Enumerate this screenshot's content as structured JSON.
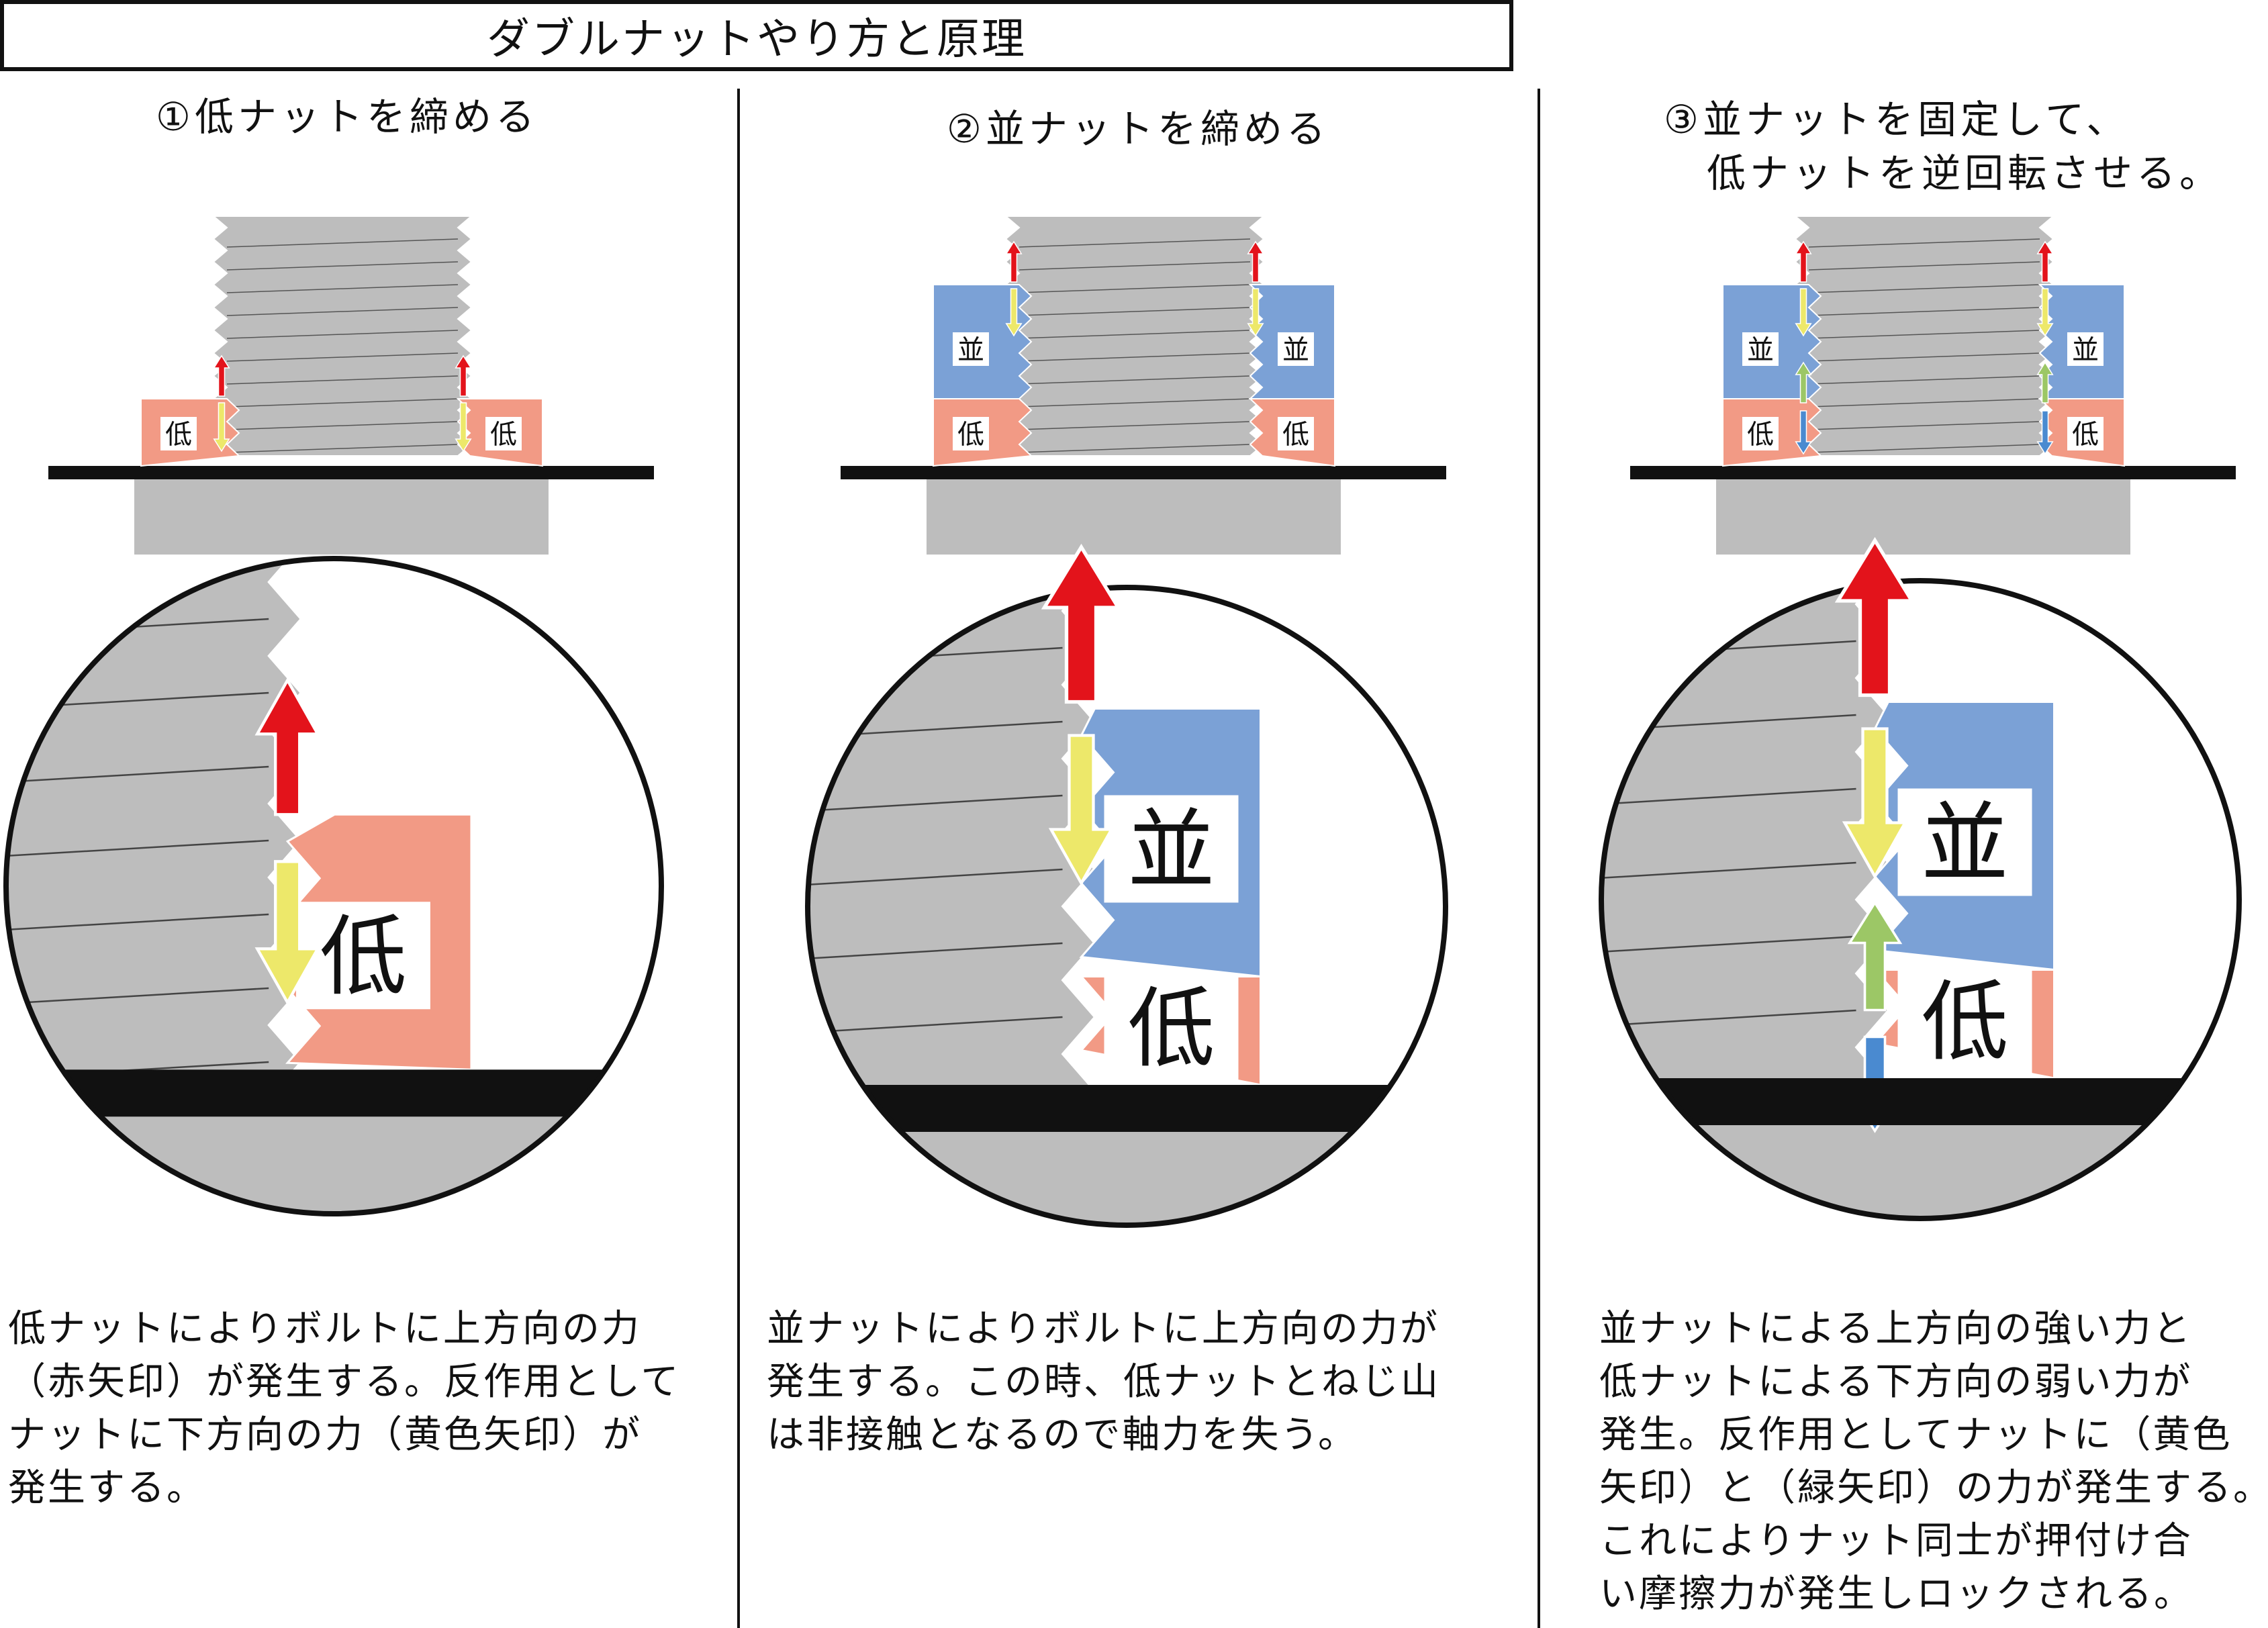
{
  "title": "ダブルナットやり方と原理",
  "nut_labels": {
    "low": "低",
    "regular": "並"
  },
  "colors": {
    "low_nut": "#F29A85",
    "regular_nut": "#7BA1D6",
    "bolt": "#BDBDBD",
    "red_arrow": "#E3131B",
    "yellow_arrow": "#EDE86A",
    "green_arrow": "#9CC766",
    "blue_arrow": "#4A8AD0"
  },
  "steps": [
    {
      "title_lines": [
        "①低ナットを締める"
      ],
      "description_lines": [
        "低ナットによりボルトに上方向の力",
        "（赤矢印）が発生する。反作用として",
        "ナットに下方向の力（黄色矢印）が",
        "発生する。"
      ]
    },
    {
      "title_lines": [
        "②並ナットを締める"
      ],
      "description_lines": [
        "並ナットによりボルトに上方向の力が",
        "発生する。この時、低ナットとねじ山",
        "は非接触となるので軸力を失う。"
      ]
    },
    {
      "title_lines": [
        "③並ナットを固定して、",
        "　低ナットを逆回転させる。"
      ],
      "description_lines": [
        "並ナットによる上方向の強い力と",
        "低ナットによる下方向の弱い力が",
        "発生。反作用としてナットに（黄色",
        "矢印）と（緑矢印）の力が発生する。",
        "これによりナット同士が押付け合",
        "い摩擦力が発生しロックされる。"
      ]
    }
  ]
}
